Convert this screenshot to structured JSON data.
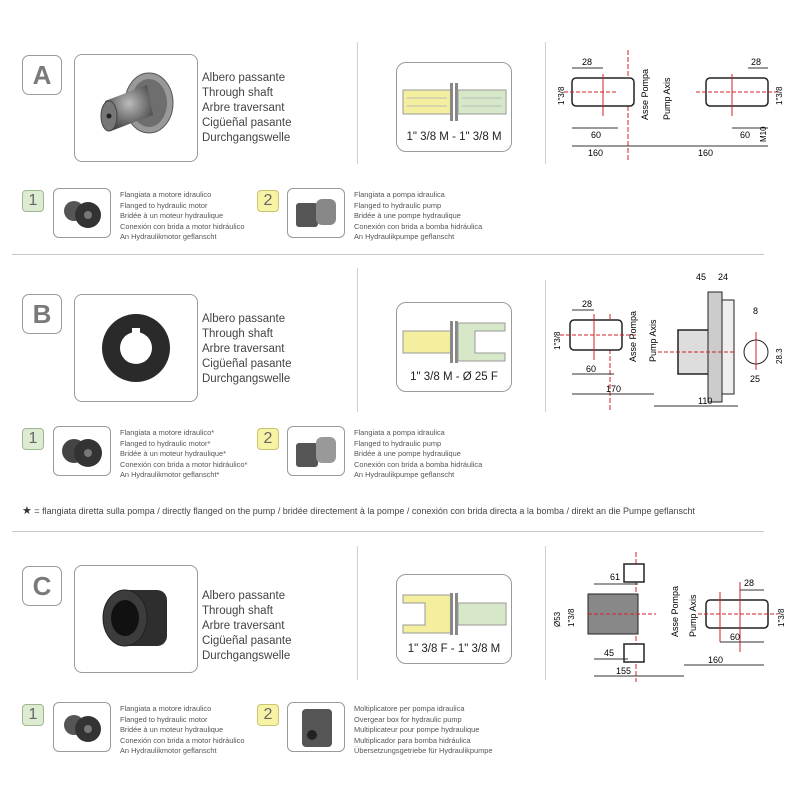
{
  "sections": [
    {
      "letter": "A",
      "names": [
        "Albero passante",
        "Through shaft",
        "Arbre traversant",
        "Cigüeñal pasante",
        "Durchgangswelle"
      ],
      "shaft_label": "1\" 3/8 M - 1\" 3/8 M",
      "drawing": {
        "left": {
          "dim_top": "28",
          "dim_mid": "60",
          "dim_side": "1\"3/8",
          "dim_total": "160"
        },
        "axis_labels": [
          "Asse Pompa",
          "Pump Axis"
        ],
        "right": {
          "dim_top": "28",
          "dim_mid": "60",
          "dim_side": "1\"3/8",
          "thread": "M10",
          "dim_total": "160"
        }
      },
      "options": [
        {
          "number": "1",
          "lines": [
            "Flangiata a motore idraulico",
            "Flanged to hydraulic motor",
            "Bridée à un moteur hydraulique",
            "Conexión con brida a motor hidráulico",
            "An Hydraulikmotor geflanscht"
          ]
        },
        {
          "number": "2",
          "lines": [
            "Flangiata a pompa idraulica",
            "Flanged to hydraulic pump",
            "Bridée à une pompe hydraulique",
            "Conexión con brida a bomba hidráulica",
            "An Hydraulikpumpe geflanscht"
          ]
        }
      ]
    },
    {
      "letter": "B",
      "names": [
        "Albero passante",
        "Through shaft",
        "Arbre traversant",
        "Cigüeñal pasante",
        "Durchgangswelle"
      ],
      "shaft_label": "1\" 3/8 M  - Ø 25 F",
      "drawing": {
        "left": {
          "dim_top": "28",
          "dim_mid": "60",
          "dim_side": "1\"3/8",
          "dim_total": "170"
        },
        "axis_labels": [
          "Asse Pompa",
          "Pump Axis"
        ],
        "right": {
          "dim_a": "45",
          "dim_b": "24",
          "key_width": "8",
          "key_height": "28.3",
          "bore": "25",
          "dim_total": "110"
        }
      },
      "options": [
        {
          "number": "1",
          "lines": [
            "Flangiata a motore idraulico*",
            "Flanged to hydraulic motor*",
            "Bridée à un moteur hydraulique*",
            "Conexión con brida a motor hidráulico*",
            "An Hydraulikmotor geflanscht*"
          ]
        },
        {
          "number": "2",
          "lines": [
            "Flangiata a pompa idraulica",
            "Flanged to hydraulic pump",
            "Bridée à une pompe hydraulique",
            "Conexión con brida a bomba hidráulica",
            "An Hydraulikpumpe geflanscht"
          ]
        }
      ]
    },
    {
      "letter": "C",
      "names": [
        "Albero passante",
        "Through shaft",
        "Arbre traversant",
        "Cigüeñal pasante",
        "Durchgangswelle"
      ],
      "shaft_label": "1\" 3/8 F - 1\" 3/8 M",
      "drawing": {
        "left": {
          "dim_top": "61",
          "dim_outer": "Ø53",
          "dim_side": "1\"3/8",
          "dim_mid": "45",
          "dim_total": "155"
        },
        "axis_labels": [
          "Asse Pompa",
          "Pump Axis"
        ],
        "right": {
          "dim_top": "28",
          "dim_mid": "60",
          "dim_side": "1\"3/8",
          "dim_total": "160"
        }
      },
      "options": [
        {
          "number": "1",
          "lines": [
            "Flangiata a motore idraulico",
            "Flanged to hydraulic motor",
            "Bridée à un moteur hydraulique",
            "Conexión con brida a motor hidráulico",
            "An Hydraulikmotor geflanscht"
          ]
        },
        {
          "number": "2",
          "lines": [
            "Moltiplicatore per pompa idraulica",
            "Overgear box for hydraulic pump",
            "Multiplicateur pour pompe hydraulique",
            "Multiplicador para bomba hidráulica",
            "Übersetzungsgetriebe für Hydraulikpumpe"
          ]
        }
      ]
    }
  ],
  "footnote": {
    "symbol": "★",
    "text": "= flangiata diretta sulla pompa / directly flanged on the pump / bridée directement à la pompe / conexión con brida directa a la bomba / direkt an die Pumpe geflanscht"
  },
  "colors": {
    "badge_green": "#dcebd2",
    "badge_yellow": "#f6f3a5",
    "shaft_yellow": "#f3ef9e",
    "shaft_green": "#d6e8c8",
    "axis_red": "#d0202a"
  }
}
